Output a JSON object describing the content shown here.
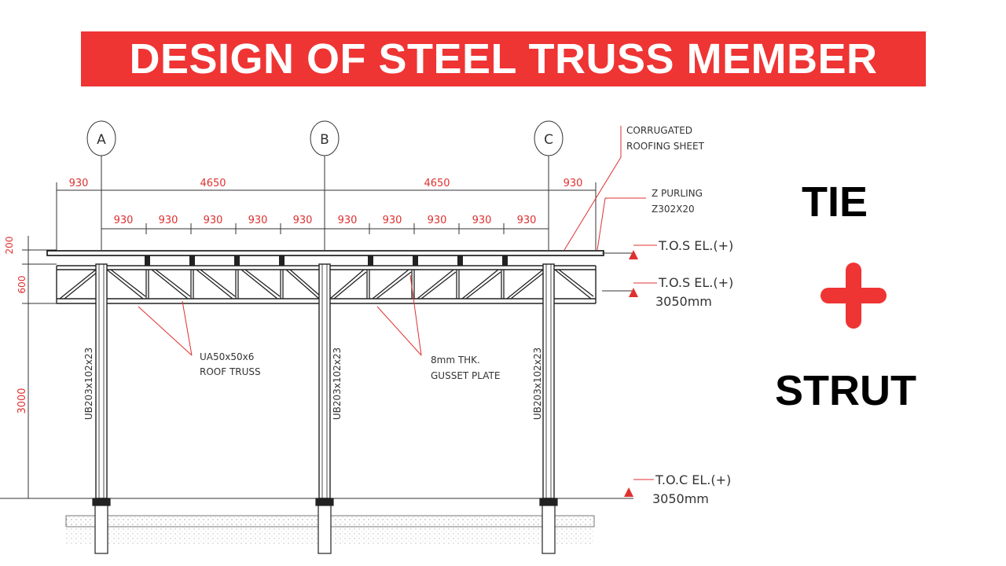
{
  "title": "DESIGN OF STEEL TRUSS MEMBER",
  "side": {
    "tie": "TIE",
    "strut": "STRUT",
    "plus_icon": "plus-icon"
  },
  "colors": {
    "accent": "#ef3434",
    "dimension": "#e03030",
    "line": "#1a1a1a"
  },
  "grid": {
    "a": "A",
    "b": "B",
    "c": "C"
  },
  "dimensions": {
    "overhang_left": "930",
    "span_ab": "4650",
    "span_bc": "4650",
    "overhang_right": "930",
    "panel": "930",
    "height_200": "200",
    "height_600": "600",
    "height_3000": "3000"
  },
  "labels": {
    "roofing_1": "CORRUGATED",
    "roofing_2": "ROOFING SHEET",
    "purlin_1": "Z PURLING",
    "purlin_2": "Z302X20",
    "tos1": "T.O.S EL.(+)",
    "tos2": "T.O.S EL.(+)",
    "tos2_val": "3050mm",
    "toc": "T.O.C EL.(+)",
    "toc_val": "3050mm",
    "truss_1": "UA50x50x6",
    "truss_2": "ROOF TRUSS",
    "gusset_1": "8mm THK.",
    "gusset_2": "GUSSET PLATE",
    "column": "UB203x102x23"
  }
}
